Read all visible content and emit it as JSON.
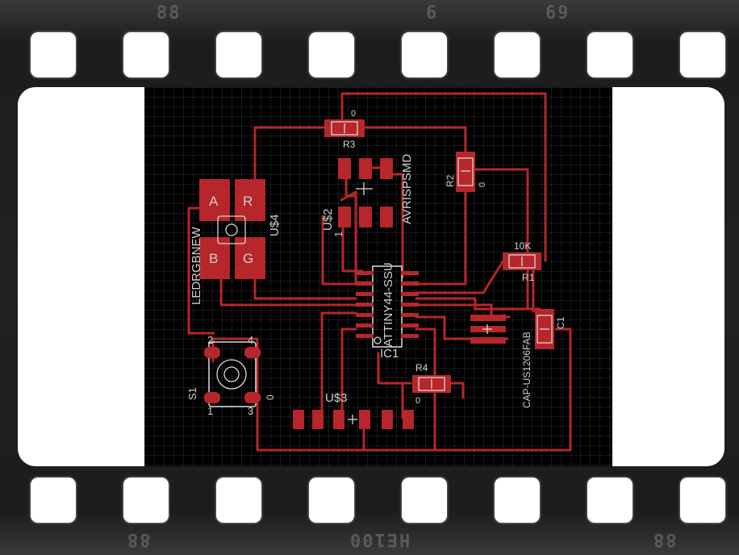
{
  "film": {
    "top_edge_labels": [
      "88",
      "6",
      "69"
    ],
    "bottom_edge_labels": [
      "88",
      "HE100",
      "88"
    ]
  },
  "pcb": {
    "colors": {
      "trace": "#b6262a",
      "silk": "#cfcfcf",
      "board": "#000000",
      "grid": "#1e1e1e"
    },
    "components": {
      "r3": {
        "name": "R3",
        "value": "0"
      },
      "r2": {
        "name": "R2",
        "value": "0"
      },
      "r1": {
        "name": "R1",
        "value": "10K"
      },
      "r4": {
        "name": "R4",
        "value": "0"
      },
      "us4": {
        "name": "U$4",
        "part": "LEDRGBNEW",
        "pad_a": "A",
        "pad_r": "R",
        "pad_b": "B",
        "pad_g": "G"
      },
      "us2": {
        "name": "U$2",
        "part": "AVRISPSMD",
        "pin1": "1"
      },
      "ic1": {
        "name": "IC1",
        "part": "ATTINY44-SSU"
      },
      "c1": {
        "name": "C1",
        "part": "CAP-US1206FAB"
      },
      "s1": {
        "name": "S1",
        "pin_2": "2",
        "pin_4": "4",
        "pin_1": "1",
        "pin_3": "3",
        "value": "0"
      },
      "us3": {
        "name": "U$3"
      }
    }
  }
}
